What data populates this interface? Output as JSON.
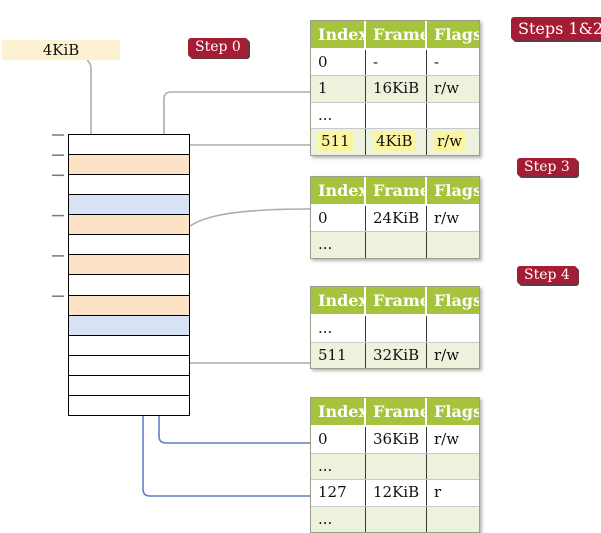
{
  "figure": {
    "description": "Multi-level page table translation diagram",
    "background": "#ffffff"
  },
  "cr3_box": {
    "label": "4KiB"
  },
  "badges": {
    "step0": "Step 0",
    "steps_1_2": "Steps 1&2",
    "step3": "Step 3",
    "step4": "Step 4"
  },
  "memory_strip": {
    "tick_count": 6,
    "rows": [
      {
        "color": "white"
      },
      {
        "color": "orange"
      },
      {
        "color": "white"
      },
      {
        "color": "blue"
      },
      {
        "color": "orange"
      },
      {
        "color": "white"
      },
      {
        "color": "orange"
      },
      {
        "color": "white"
      },
      {
        "color": "orange"
      },
      {
        "color": "blue"
      },
      {
        "color": "white"
      },
      {
        "color": "white"
      },
      {
        "color": "white"
      },
      {
        "color": "white"
      }
    ]
  },
  "tables": [
    {
      "headers": [
        "Index",
        "Frame",
        "Flags"
      ],
      "rows": [
        [
          "0",
          "-",
          "-"
        ],
        [
          "1",
          "16KiB",
          "r/w"
        ],
        [
          "...",
          "",
          ""
        ],
        [
          "511",
          "4KiB",
          "r/w"
        ]
      ],
      "highlighted_row": 3
    },
    {
      "headers": [
        "Index",
        "Frame",
        "Flags"
      ],
      "rows": [
        [
          "0",
          "24KiB",
          "r/w"
        ],
        [
          "...",
          "",
          ""
        ]
      ]
    },
    {
      "headers": [
        "Index",
        "Frame",
        "Flags"
      ],
      "rows": [
        [
          "...",
          "",
          ""
        ],
        [
          "511",
          "32KiB",
          "r/w"
        ]
      ]
    },
    {
      "headers": [
        "Index",
        "Frame",
        "Flags"
      ],
      "rows": [
        [
          "0",
          "36KiB",
          "r/w"
        ],
        [
          "...",
          "",
          ""
        ],
        [
          "127",
          "12KiB",
          "r"
        ],
        [
          "...",
          "",
          ""
        ]
      ]
    }
  ],
  "connectors": [
    {
      "name": "cr3-to-frame-4kib",
      "color": "gray"
    },
    {
      "name": "table1-entry1-to-frame-16kib",
      "color": "gray"
    },
    {
      "name": "table1-entry511-to-frame-4kib-recursive",
      "color": "gray"
    },
    {
      "name": "table2-entry0-to-frame-24kib",
      "color": "gray"
    },
    {
      "name": "table3-entry511-to-frame-32kib",
      "color": "gray"
    },
    {
      "name": "table4-entry0-to-frame-36kib",
      "color": "blue"
    },
    {
      "name": "table4-entry127-to-frame-12kib",
      "color": "blue"
    }
  ],
  "colors": {
    "badge_red": "#a51d35",
    "header_green": "#a5c33d",
    "row_green": "#edf2dc",
    "highlight_yellow": "#fbf5a0",
    "orange_row": "#fce3c6",
    "blue_row": "#d7e3f4",
    "cream": "#fcf2d1",
    "line_gray": "#acadb0",
    "arrow_gray": "#9b9ca1",
    "line_blue": "#5d81be",
    "arrow_blue": "#4c71ad",
    "tick_gray": "#787878"
  }
}
